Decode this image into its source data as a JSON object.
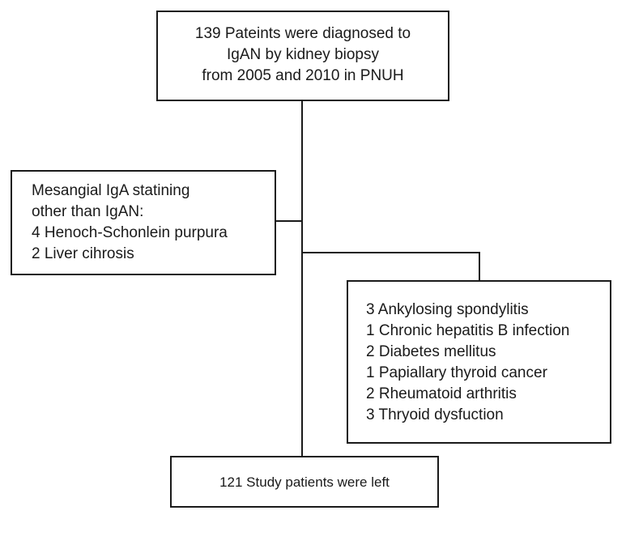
{
  "flowchart": {
    "start": {
      "lines": [
        "139 Pateints were diagnosed to",
        "IgAN by kidney biopsy",
        "from 2005 and 2010 in PNUH"
      ]
    },
    "exclusion_left": {
      "lines": [
        "Mesangial IgA statining",
        "other than IgAN:",
        "4 Henoch-Schonlein purpura",
        "2 Liver cihrosis"
      ]
    },
    "exclusion_right": {
      "lines": [
        "3 Ankylosing spondylitis",
        "1 Chronic hepatitis B infection",
        "2 Diabetes mellitus",
        "1 Papiallary thyroid cancer",
        "2 Rheumatoid arthritis",
        "3 Thryoid dysfuction"
      ]
    },
    "result": {
      "text": "121 Study patients were left"
    }
  }
}
